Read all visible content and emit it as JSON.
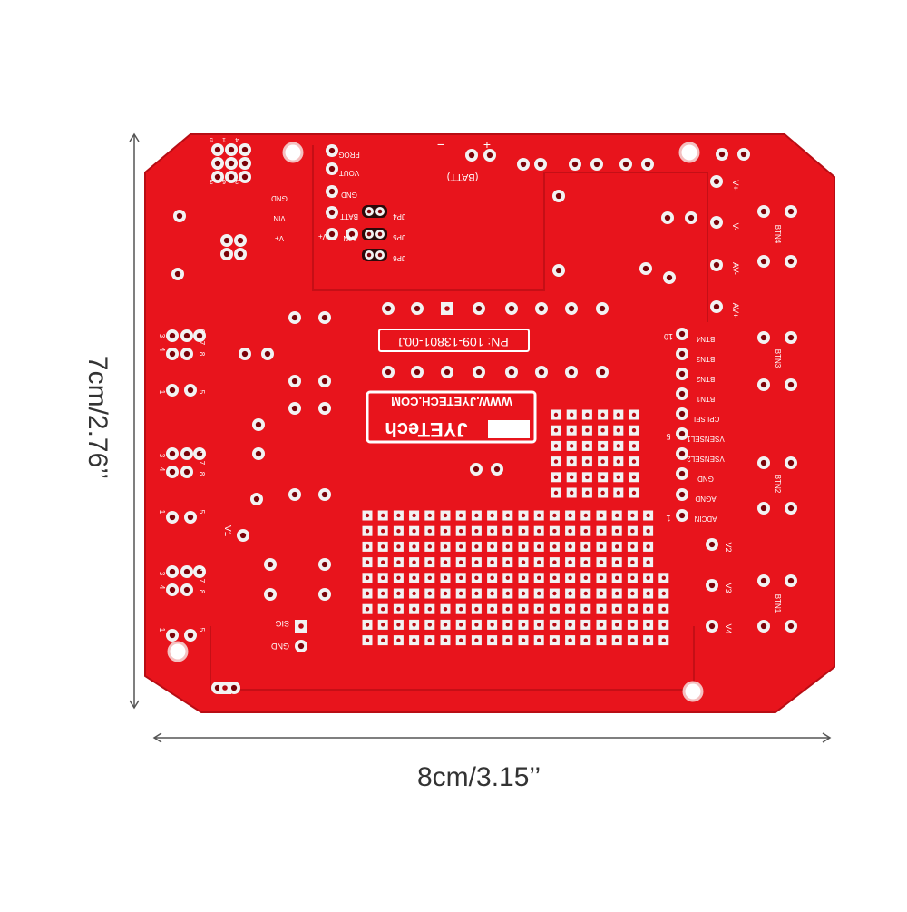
{
  "image": {
    "subject": "red-pcb-board",
    "board_color": "#e8141c",
    "pad_color": "#f2f2f2",
    "background": "#ffffff"
  },
  "dimensions": {
    "width_label": "8cm/3.15’’",
    "height_label": "7cm/2.76’’"
  },
  "silkscreen": {
    "part_number": "PN: 109-13801-00J",
    "website": "WWW.JYETECH.COM",
    "brand": "JYETech",
    "battery": "(BATT)",
    "battery_minus": "−",
    "battery_plus": "+",
    "left_top_labels": [
      "PROG",
      "VOUT",
      "GND",
      "BATT",
      "VIN",
      "V+"
    ],
    "left_small_labels": [
      "GND",
      "VIN",
      "V+"
    ],
    "jumpers": [
      "JP4",
      "JP5",
      "JP6"
    ],
    "right_column_labels": [
      "BTN4",
      "BTN3",
      "BTN2",
      "BTN1",
      "CPLSEL",
      "VSENSEL1",
      "VSENSEL2",
      "GND",
      "AGND",
      "ADCIN"
    ],
    "right_terminal_labels": [
      "V+",
      "V-",
      "AV-",
      "AV+"
    ],
    "right_lower_terminals": [
      "V2",
      "V3",
      "V4"
    ],
    "button_labels": [
      "BTN4",
      "BTN3",
      "BTN2",
      "BTN1"
    ],
    "pin_numbers": [
      "10",
      "5",
      "1"
    ],
    "left_pin_numbers": [
      "3",
      "4",
      "6",
      "7",
      "8",
      "1",
      "2",
      "5"
    ],
    "misc": [
      "V1",
      "SIG",
      "GND"
    ]
  }
}
